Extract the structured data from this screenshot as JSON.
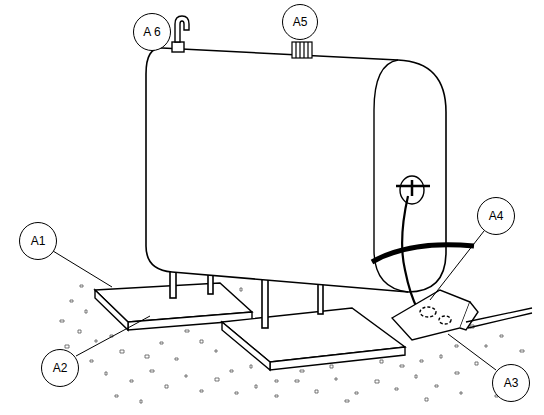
{
  "diagram": {
    "nodes": [
      {
        "text": [
          "A 6"
        ]
      },
      {
        "text": [
          "A5"
        ]
      },
      {
        "text": [
          "A4"
        ]
      },
      {
        "text": [
          "A1"
        ]
      },
      {
        "text": [
          "A2"
        ]
      },
      {
        "text": [
          "A3"
        ]
      }
    ]
  }
}
